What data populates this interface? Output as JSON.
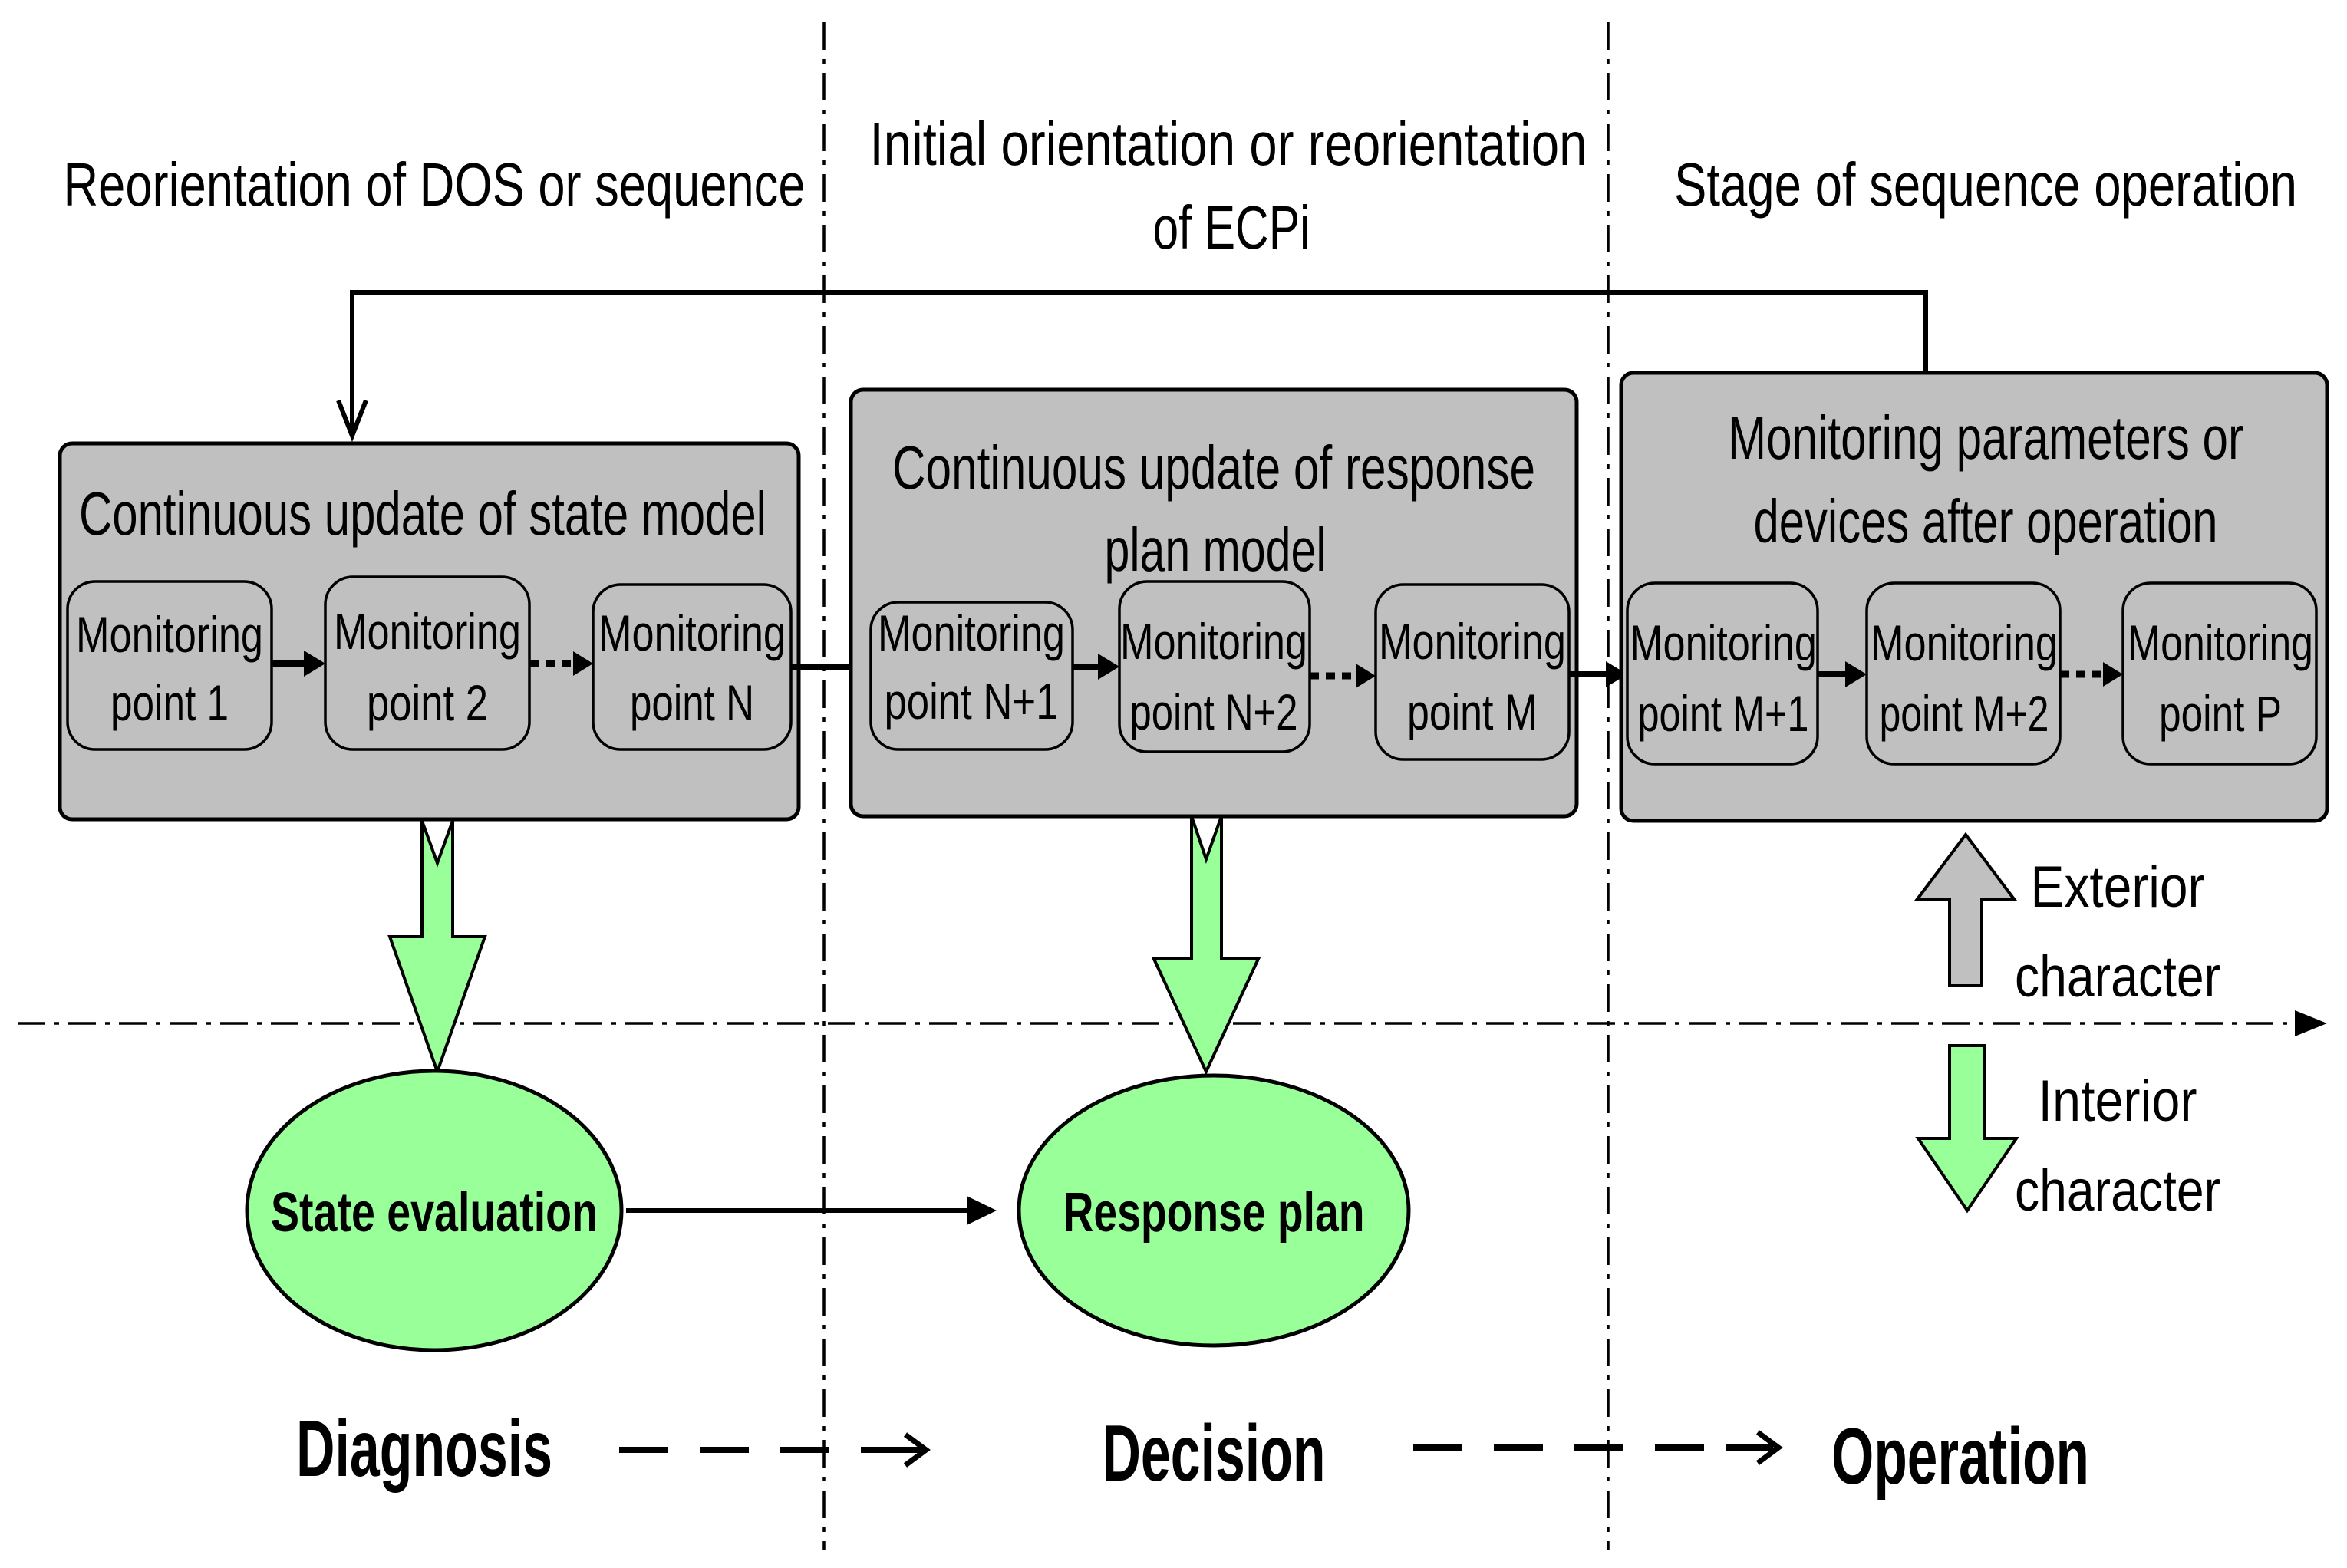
{
  "diagram": {
    "phase_headers": {
      "left": "Reorientation of DOS or sequence",
      "middle": [
        "Initial orientation or reorientation",
        "of ECPi"
      ],
      "right": "Stage of sequence operation"
    },
    "stage_boxes": [
      {
        "title": [
          "Continuous update of state model"
        ],
        "monitoring_points": [
          [
            "Monitoring",
            "point 1"
          ],
          [
            "Monitoring",
            "point 2"
          ],
          [
            "Monitoring",
            "point N"
          ]
        ]
      },
      {
        "title": [
          "Continuous update of response",
          "plan model"
        ],
        "monitoring_points": [
          [
            "Monitoring",
            "point N+1"
          ],
          [
            "Monitoring",
            "point N+2"
          ],
          [
            "Monitoring",
            "point M"
          ]
        ]
      },
      {
        "title": [
          "Monitoring parameters or",
          "devices after operation"
        ],
        "monitoring_points": [
          [
            "Monitoring",
            "point M+1"
          ],
          [
            "Monitoring",
            "point M+2"
          ],
          [
            "Monitoring",
            "point P"
          ]
        ]
      }
    ],
    "outcomes": {
      "state": "State evaluation",
      "response": "Response plan"
    },
    "legend": {
      "exterior": [
        "Exterior",
        "character"
      ],
      "interior": [
        "Interior",
        "character"
      ]
    },
    "stages": [
      "Diagnosis",
      "Decision",
      "Operation"
    ]
  },
  "colors": {
    "box_fill": "#c0c0c0",
    "green": "#99ff99",
    "gray_arrow": "#c0c0c0",
    "line": "#000000"
  }
}
